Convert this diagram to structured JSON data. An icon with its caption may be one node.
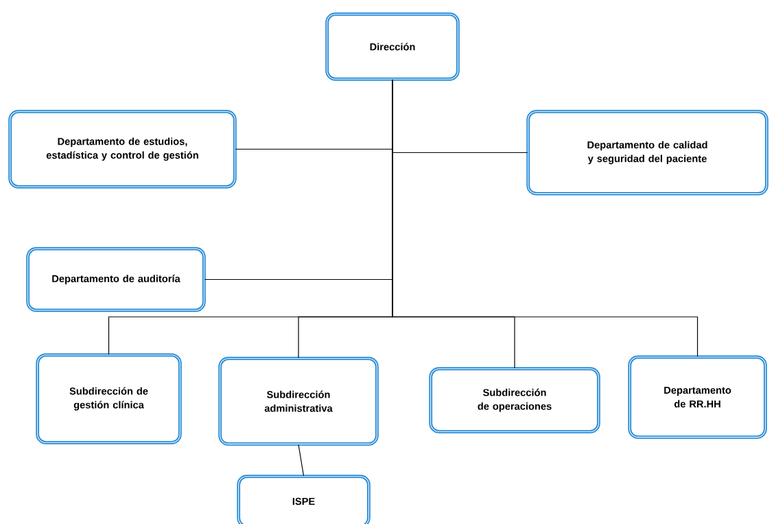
{
  "diagram": {
    "nodes": [
      {
        "text": [
          "Dirección"
        ]
      },
      {
        "text": [
          "Departamento de estudios, estadística y control de gestión"
        ]
      },
      {
        "text": [
          "Departamento de calidad y seguridad del paciente"
        ]
      },
      {
        "text": [
          "Departamento de auditoría"
        ]
      },
      {
        "text": [
          "Subdirección de gestión clínica"
        ]
      },
      {
        "text": [
          "Subdirección administrativa"
        ]
      },
      {
        "text": [
          "Subdirección de operaciones"
        ]
      },
      {
        "text": [
          "Departamento de RR.HH"
        ]
      },
      {
        "text": [
          "ISPE"
        ]
      }
    ],
    "edges": [
      {
        "from": 0,
        "to": 1,
        "arrow": "none"
      },
      {
        "from": 0,
        "to": 2,
        "arrow": "none"
      },
      {
        "from": 0,
        "to": 3,
        "arrow": "none"
      },
      {
        "from": 0,
        "to": 4,
        "arrow": "none"
      },
      {
        "from": 0,
        "to": 5,
        "arrow": "none"
      },
      {
        "from": 0,
        "to": 6,
        "arrow": "none"
      },
      {
        "from": 0,
        "to": 7,
        "arrow": "none"
      },
      {
        "from": 5,
        "to": 8,
        "arrow": "none"
      }
    ]
  }
}
